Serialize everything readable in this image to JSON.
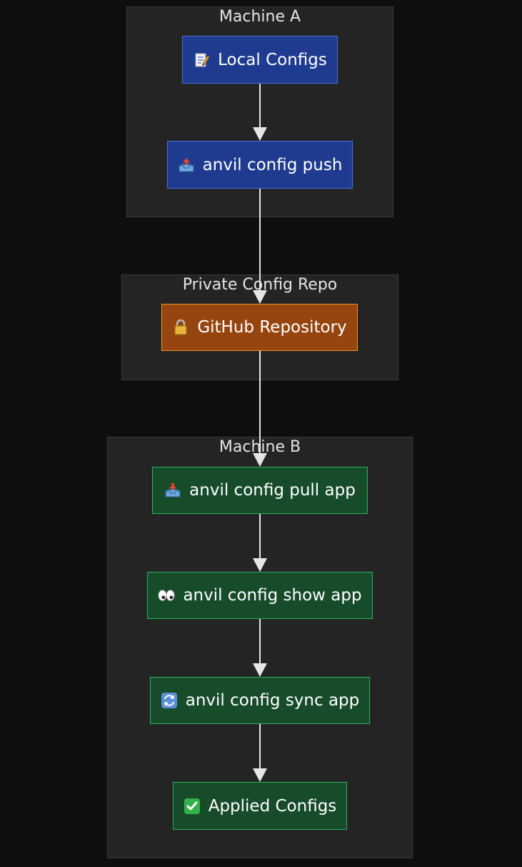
{
  "clusters": {
    "machine_a": "Machine A",
    "private_repo": "Private Config Repo",
    "machine_b": "Machine B"
  },
  "nodes": {
    "local_configs": "Local Configs",
    "config_push": "anvil config push",
    "github_repo": "GitHub Repository",
    "config_pull": "anvil config pull app",
    "config_show": "anvil config show app",
    "config_sync": "anvil config sync app",
    "applied_configs": "Applied Configs"
  },
  "icons": {
    "local_configs": "memo-icon",
    "config_push": "outbox-tray-icon",
    "github_repo": "lock-icon",
    "config_pull": "inbox-tray-icon",
    "config_show": "eyes-icon",
    "config_sync": "sync-arrows-icon",
    "applied_configs": "check-mark-icon"
  },
  "colors": {
    "background": "#0e0e0e",
    "cluster_fill": "#242424",
    "machine_a_node_fill": "#1f3b8f",
    "machine_a_node_border": "#4a72e0",
    "repo_node_fill": "#97450f",
    "repo_node_border": "#e8961e",
    "machine_b_node_fill": "#174c2b",
    "machine_b_node_border": "#2bb35a",
    "edge": "#e6e6e6"
  }
}
